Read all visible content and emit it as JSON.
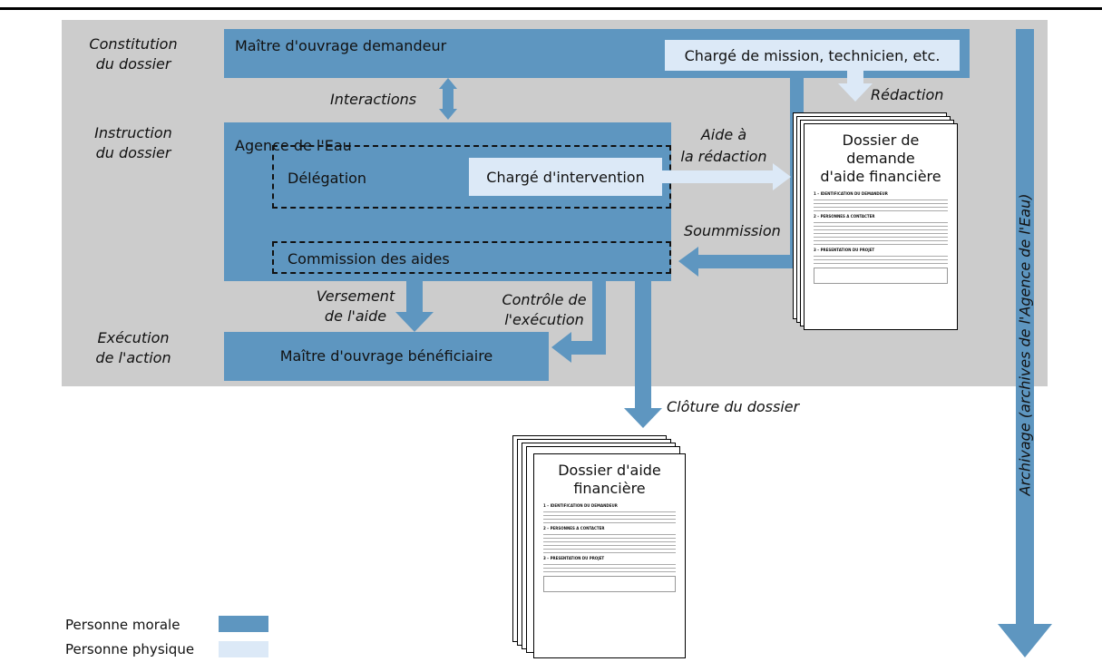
{
  "phases": {
    "constitution": "Constitution\ndu dossier",
    "instruction": "Instruction\ndu dossier",
    "execution": "Exécution\nde l'action"
  },
  "actors": {
    "maitre_demandeur": "Maître d'ouvrage demandeur",
    "charge_mission": "Chargé de mission, technicien, etc.",
    "agence": "Agence de l'Eau",
    "delegation": "Délégation",
    "charge_intervention": "Chargé d'intervention",
    "commission": "Commission des aides",
    "maitre_beneficiaire": "Maître d'ouvrage bénéficiaire"
  },
  "flows": {
    "interactions": "Interactions",
    "redaction": "Rédaction",
    "aide_redaction": "Aide à\nla rédaction",
    "soumission": "Soummission",
    "versement": "Versement\nde l'aide",
    "controle": "Contrôle de\nl'exécution",
    "cloture": "Clôture du dossier",
    "archivage": "Archivage (archives de l'Agence de l'Eau)"
  },
  "documents": {
    "demande_title": "Dossier de demande\nd'aide financière",
    "aide_title": "Dossier d'aide\nfinancière",
    "form_sections": [
      "1 – IDENTIFICATION DU DEMANDEUR",
      "2 – PERSONNES A CONTACTER",
      "3 – PRESENTATION DU PROJET"
    ]
  },
  "legend": {
    "morale": "Personne morale",
    "physique": "Personne physique"
  },
  "colors": {
    "personne_morale": "#5e96c0",
    "personne_physique": "#dce9f7",
    "background_panel": "#cccccc"
  }
}
